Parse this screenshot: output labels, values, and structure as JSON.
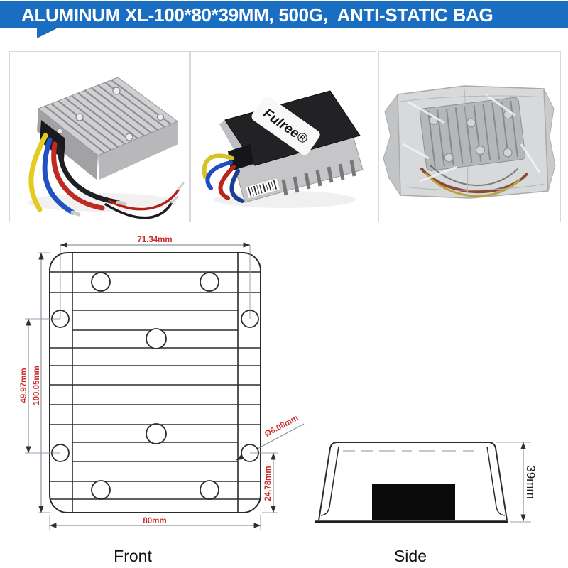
{
  "header": {
    "title": "ALUMINUM XL-100*80*39MM, 500G,  ANTI-STATIC BAG",
    "bg_color": "#1a6ec2",
    "text_color": "#ffffff"
  },
  "photos": [
    {
      "name": "aluminum heatsink converter with wires"
    },
    {
      "name": "converter black top view",
      "brand": "Fulree®"
    },
    {
      "name": "converter sealed in anti-static bag"
    }
  ],
  "drawing": {
    "dim_color": "#cc2a2a",
    "line_color": "#2b2b2b",
    "front": {
      "label": "Front",
      "dims": {
        "top_width": "71.34mm",
        "hole_spacing_v": "49.97mm",
        "body_height": "100.05mm",
        "hole_dia": "Ø6.08mm",
        "hole_bottom_offset": "24.78mm",
        "body_width": "80mm"
      }
    },
    "side": {
      "label": "Side",
      "dims": {
        "height": "39mm"
      }
    }
  }
}
